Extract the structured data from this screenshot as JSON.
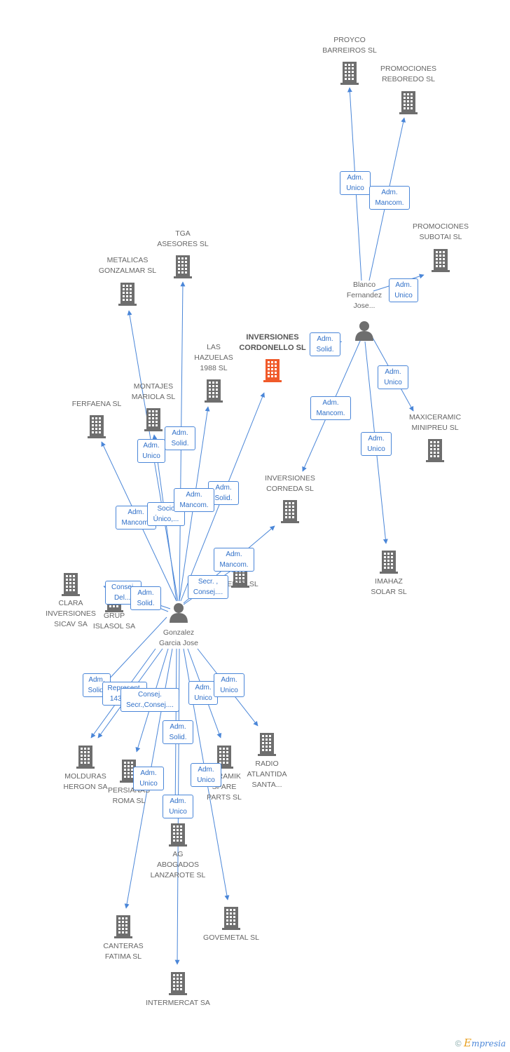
{
  "colors": {
    "edge": "#4a86d8",
    "building": "#6e6e6e",
    "building_main": "#f05a2a",
    "person": "#6e6e6e",
    "label": "#666666"
  },
  "footer": {
    "copyright": "©",
    "brand_e": "E",
    "brand_rest": "mpresia"
  },
  "nodes": [
    {
      "id": "proyco",
      "label": "PROYCO\nBARREIROS SL",
      "type": "company"
    },
    {
      "id": "promreb",
      "label": "PROMOCIONES\nREBOREDO SL",
      "type": "company"
    },
    {
      "id": "promsub",
      "label": "PROMOCIONES\nSUBOTAI SL",
      "type": "company"
    },
    {
      "id": "blanco",
      "label": "Blanco\nFernandez\nJose...",
      "type": "person"
    },
    {
      "id": "tga",
      "label": "TGA\nASESORES SL",
      "type": "company"
    },
    {
      "id": "metal",
      "label": "METALICAS\nGONZALMAR SL",
      "type": "company"
    },
    {
      "id": "incord",
      "label": "INVERSIONES\nCORDONELLO SL",
      "type": "main"
    },
    {
      "id": "hazuelas",
      "label": "LAS\nHAZUELAS\n1988 SL",
      "type": "company"
    },
    {
      "id": "montajes",
      "label": "MONTAJES\nMARIOLA  SL",
      "type": "company"
    },
    {
      "id": "ferfaena",
      "label": "FERFAENA SL",
      "type": "company"
    },
    {
      "id": "maxi",
      "label": "MAXICERAMIC\nMINIPREU SL",
      "type": "company"
    },
    {
      "id": "incorneda",
      "label": "INVERSIONES\nCORNEDA SL",
      "type": "company"
    },
    {
      "id": "imahaz",
      "label": "IMAHAZ\nSOLAR SL",
      "type": "company"
    },
    {
      "id": "clara",
      "label": "CLARA\nINVERSIONES\nSICAV SA",
      "type": "company"
    },
    {
      "id": "islasol",
      "label": "GRUP\nISLASOL SA",
      "type": "company"
    },
    {
      "id": "peper",
      "label": "PEPER SL",
      "type": "company"
    },
    {
      "id": "gonzalez",
      "label": "Gonzalez\nGarcia Jose",
      "type": "person"
    },
    {
      "id": "molduras",
      "label": "MOLDURAS\nHERGON SA",
      "type": "company"
    },
    {
      "id": "persianas",
      "label": "PERSIANAS\nROMA SL",
      "type": "company"
    },
    {
      "id": "ceramik",
      "label": "CERAMIK\nSPARE\nPARTS SL",
      "type": "company"
    },
    {
      "id": "radio",
      "label": "RADIO\nATLANTIDA\nSANTA...",
      "type": "company"
    },
    {
      "id": "ag",
      "label": "AG\nABOGADOS\nLANZAROTE  SL",
      "type": "company"
    },
    {
      "id": "canteras",
      "label": "CANTERAS\nFATIMA SL",
      "type": "company"
    },
    {
      "id": "govemetal",
      "label": "GOVEMETAL SL",
      "type": "company"
    },
    {
      "id": "intermercat",
      "label": "INTERMERCAT SA",
      "type": "company"
    }
  ],
  "edge_labels": [
    {
      "text": "Adm.\nUnico"
    },
    {
      "text": "Adm.\nMancom."
    },
    {
      "text": "Adm.\nUnico"
    },
    {
      "text": "Adm.\nSolid."
    },
    {
      "text": "Adm.\nUnico"
    },
    {
      "text": "Adm.\nMancom."
    },
    {
      "text": "Adm.\nUnico"
    },
    {
      "text": "Adm.\nSolid."
    },
    {
      "text": "Adm.\nUnico"
    },
    {
      "text": "Adm.\nMancom."
    },
    {
      "text": "Adm.\nSolid."
    },
    {
      "text": "Socio\nÚnico,..."
    },
    {
      "text": "Adm.\nMancom."
    },
    {
      "text": "Adm.\nMancom."
    },
    {
      "text": "Secr. ,\nConsej...."
    },
    {
      "text": "Consej.\nDel...."
    },
    {
      "text": "Adm.\nSolid."
    },
    {
      "text": "Adm.\nSolid."
    },
    {
      "text": "Represent.\n143 RRM"
    },
    {
      "text": "Consej.\nSecr.,Consej...."
    },
    {
      "text": "Adm.\nUnico"
    },
    {
      "text": "Adm.\nUnico"
    },
    {
      "text": "Adm.\nSolid."
    },
    {
      "text": "Adm.\nUnico"
    },
    {
      "text": "Adm.\nUnico"
    },
    {
      "text": "Adm.\nUnico"
    }
  ]
}
